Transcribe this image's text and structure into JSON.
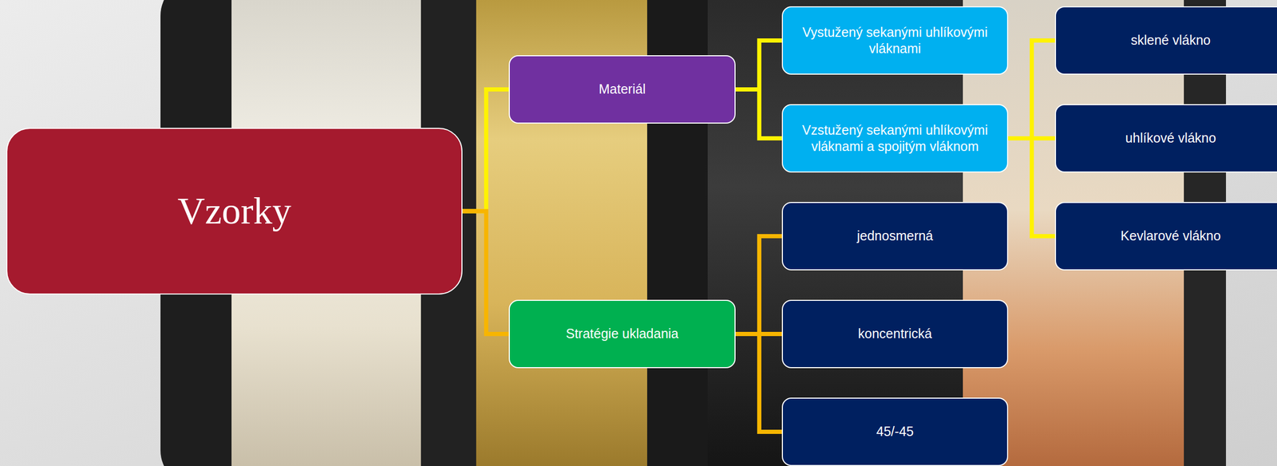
{
  "diagram": {
    "nodes": [
      {
        "text": [
          "Vzorky"
        ]
      },
      {
        "text": [
          "Materiál"
        ]
      },
      {
        "text": [
          "Vystužený sekanými uhlíkovými vláknami"
        ]
      },
      {
        "text": [
          "Vzstužený sekanými uhlíkovými vláknami a spojitým vláknom"
        ]
      },
      {
        "text": [
          "sklené vlákno"
        ]
      },
      {
        "text": [
          "uhlíkové vlákno"
        ]
      },
      {
        "text": [
          "Kevlarové vlákno"
        ]
      },
      {
        "text": [
          "Stratégie ukladania"
        ]
      },
      {
        "text": [
          "jednosmerná"
        ]
      },
      {
        "text": [
          "koncentrická"
        ]
      },
      {
        "text": [
          "45/-45"
        ]
      }
    ],
    "edges": [
      {
        "from": 0,
        "to": 1,
        "arrow": "none"
      },
      {
        "from": 0,
        "to": 7,
        "arrow": "none"
      },
      {
        "from": 1,
        "to": 2,
        "arrow": "none"
      },
      {
        "from": 1,
        "to": 3,
        "arrow": "none"
      },
      {
        "from": 3,
        "to": 4,
        "arrow": "none"
      },
      {
        "from": 3,
        "to": 5,
        "arrow": "none"
      },
      {
        "from": 3,
        "to": 6,
        "arrow": "none"
      },
      {
        "from": 7,
        "to": 8,
        "arrow": "none"
      },
      {
        "from": 7,
        "to": 9,
        "arrow": "none"
      },
      {
        "from": 7,
        "to": 10,
        "arrow": "none"
      }
    ]
  }
}
